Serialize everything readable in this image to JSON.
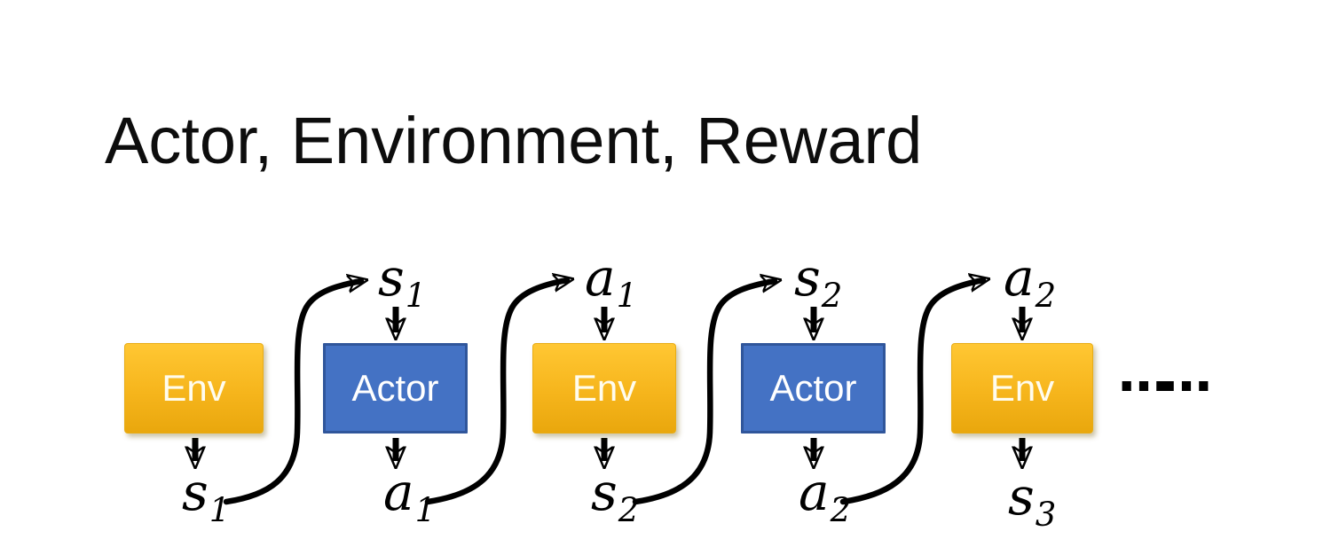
{
  "slide": {
    "title": "Actor, Environment, Reward"
  },
  "diagram": {
    "boxes": [
      {
        "label": "Env",
        "type": "environment"
      },
      {
        "label": "Actor",
        "type": "actor"
      },
      {
        "label": "Env",
        "type": "environment"
      },
      {
        "label": "Actor",
        "type": "actor"
      },
      {
        "label": "Env",
        "type": "environment"
      }
    ],
    "top_labels": [
      {
        "base": "s",
        "sub": "1"
      },
      {
        "base": "a",
        "sub": "1"
      },
      {
        "base": "s",
        "sub": "2"
      },
      {
        "base": "a",
        "sub": "2"
      }
    ],
    "bottom_labels": [
      {
        "base": "s",
        "sub": "1"
      },
      {
        "base": "a",
        "sub": "1"
      },
      {
        "base": "s",
        "sub": "2"
      },
      {
        "base": "a",
        "sub": "2"
      },
      {
        "base": "s",
        "sub": "3"
      }
    ],
    "ellipsis": "……",
    "colors": {
      "env_gradient_top": "#FFC733",
      "env_gradient_bottom": "#E9A70D",
      "env_text": "#FFFCEE",
      "actor_fill": "#4472C4",
      "actor_border": "#30569B",
      "actor_text": "#FFFFFF",
      "arrow": "#000000",
      "title_text": "#0D0D0D",
      "background": "#FFFFFF"
    }
  }
}
